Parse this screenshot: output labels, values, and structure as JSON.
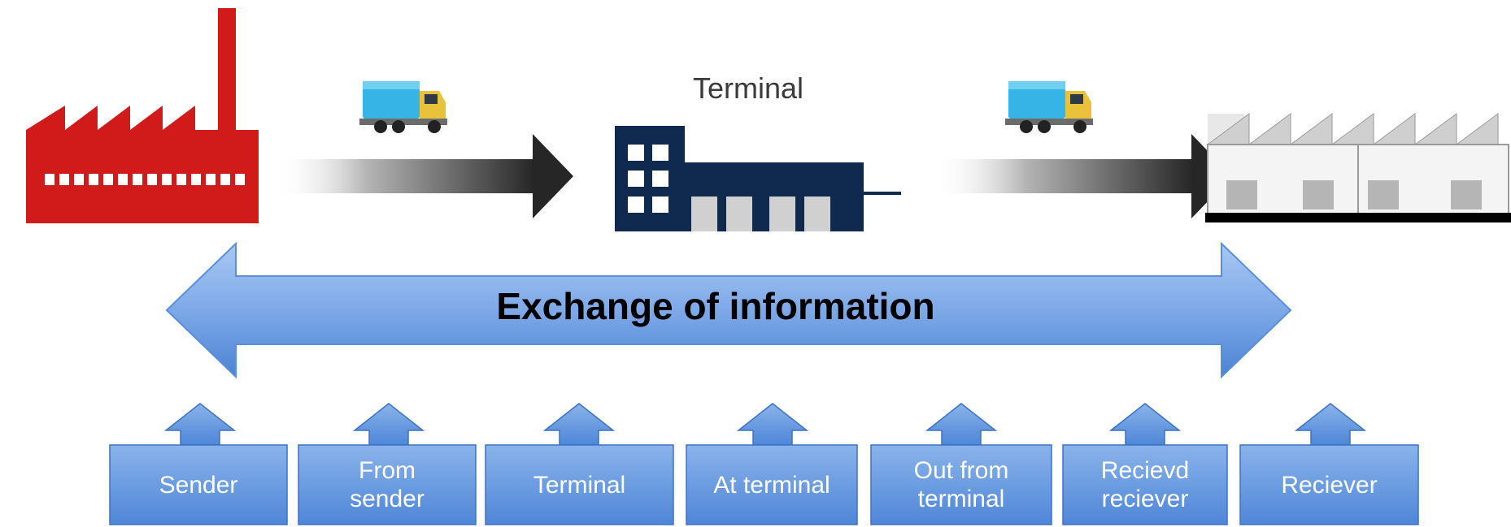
{
  "terminal_label": "Terminal",
  "exchange_label": "Exchange of information",
  "stages": [
    {
      "line1": "Sender",
      "line2": ""
    },
    {
      "line1": "From",
      "line2": "sender"
    },
    {
      "line1": "Terminal",
      "line2": ""
    },
    {
      "line1": "At terminal",
      "line2": ""
    },
    {
      "line1": "Out from",
      "line2": "terminal"
    },
    {
      "line1": "Recievd",
      "line2": "reciever"
    },
    {
      "line1": "Reciever",
      "line2": ""
    }
  ],
  "colors": {
    "factory_red": "#d11a1a",
    "terminal_navy": "#0f2a4e",
    "box_blue_top": "#8ab3ea",
    "box_blue_bottom": "#4f86d8",
    "box_border": "#3d72c4",
    "flow_arrow_dark": "#262626"
  },
  "icons": [
    "factory-icon",
    "truck-icon",
    "terminal-building-icon",
    "warehouse-icon"
  ]
}
